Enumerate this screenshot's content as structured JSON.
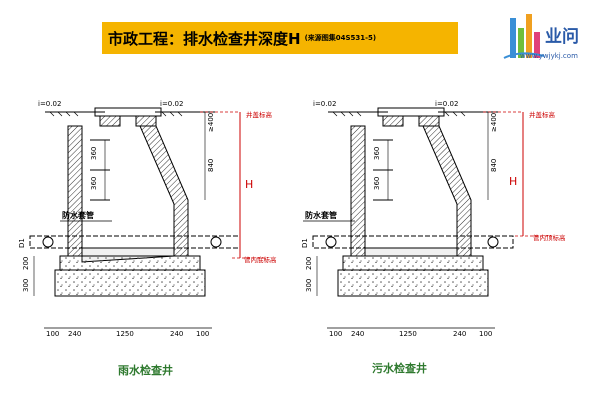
{
  "title": {
    "main": "市政工程：排水检查井深度H",
    "source": "(来源图集04S531-5)"
  },
  "logo": {
    "name": "业问",
    "url": "www.ywjykj.com",
    "colors": [
      "#3a8fd6",
      "#6fbf3a",
      "#f0a020",
      "#e0407a"
    ]
  },
  "diagrams": [
    {
      "caption": "雨水检查井",
      "slope_left": "i=0.02",
      "slope_right": "i=0.02",
      "dim_top": "≥400",
      "dim_mid": "840",
      "dim_inner": "360",
      "dim_inner2": "360",
      "dim_pipe": "D1",
      "dim_base1": "200",
      "dim_base2": "300",
      "sleeve_label": "防水套管",
      "label_top": "井盖标高",
      "label_bottom": "管内底标高",
      "h_label": "H",
      "bottom_dims": [
        "100",
        "240",
        "1250",
        "240",
        "100"
      ]
    },
    {
      "caption": "污水检查井",
      "slope_left": "i=0.02",
      "slope_right": "i=0.02",
      "dim_top": "≥400",
      "dim_mid": "840",
      "dim_inner": "360",
      "dim_inner2": "360",
      "dim_pipe": "D1",
      "dim_base1": "200",
      "dim_base2": "300",
      "sleeve_label": "防水套管",
      "label_top": "井盖标高",
      "label_bottom": "管内顶标高",
      "h_label": "H",
      "bottom_dims": [
        "100",
        "240",
        "1250",
        "240",
        "100"
      ]
    }
  ]
}
